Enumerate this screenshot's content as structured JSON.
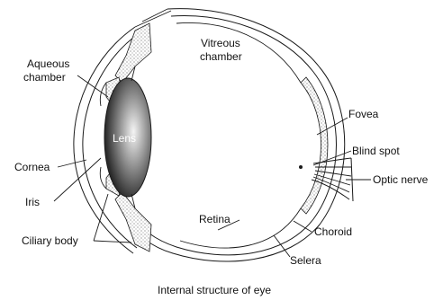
{
  "diagram": {
    "caption": "Internal structure of eye",
    "labels": {
      "vitreous_line1": "Vitreous",
      "vitreous_line2": "chamber",
      "aqueous_line1": "Aqueous",
      "aqueous_line2": "chamber",
      "lens": "Lens",
      "fovea": "Fovea",
      "blind_spot": "Blind spot",
      "optic_nerve": "Optic nerve",
      "cornea": "Cornea",
      "iris": "Iris",
      "retina": "Retina",
      "choroid": "Choroid",
      "ciliary_body": "Ciliary body",
      "sclera": "Selera"
    }
  }
}
